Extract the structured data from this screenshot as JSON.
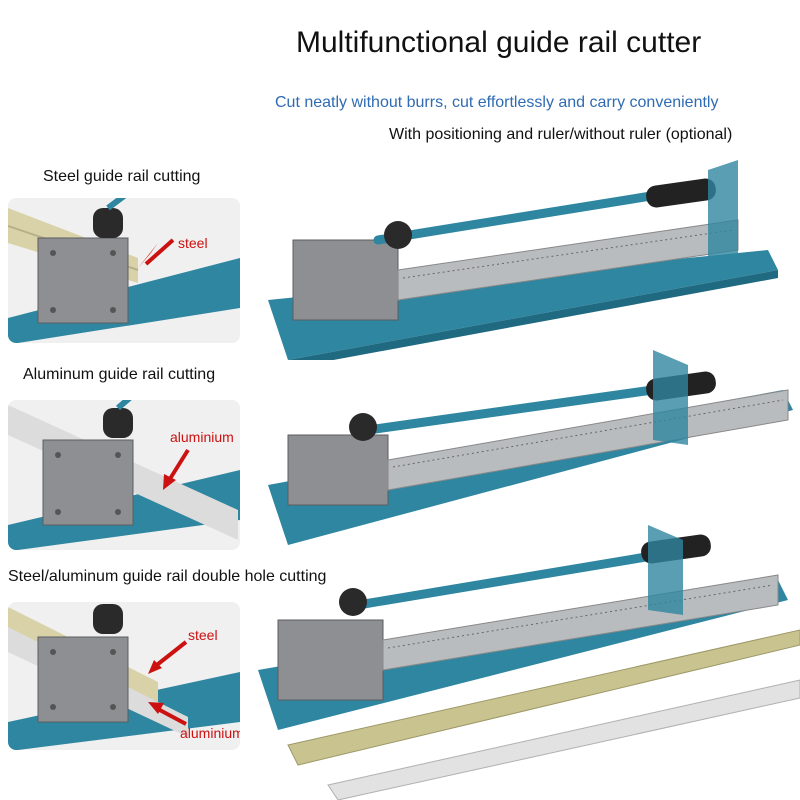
{
  "header": {
    "title": "Multifunctional guide rail cutter",
    "subtitle": "Cut neatly without burrs, cut effortlessly and carry conveniently",
    "subtitle2": "With positioning and ruler/without ruler (optional)"
  },
  "sections": [
    {
      "caption": "Steel guide rail cutting",
      "labels": [
        "steel"
      ]
    },
    {
      "caption": "Aluminum guide rail cutting",
      "labels": [
        "aluminium"
      ]
    },
    {
      "caption": "Steel/aluminum guide rail double hole cutting",
      "labels": [
        "steel",
        "aluminium"
      ]
    }
  ],
  "colors": {
    "accent_blue": "#2f6bb3",
    "tool_blue": "#2f86a0",
    "label_red": "#cc1111"
  }
}
